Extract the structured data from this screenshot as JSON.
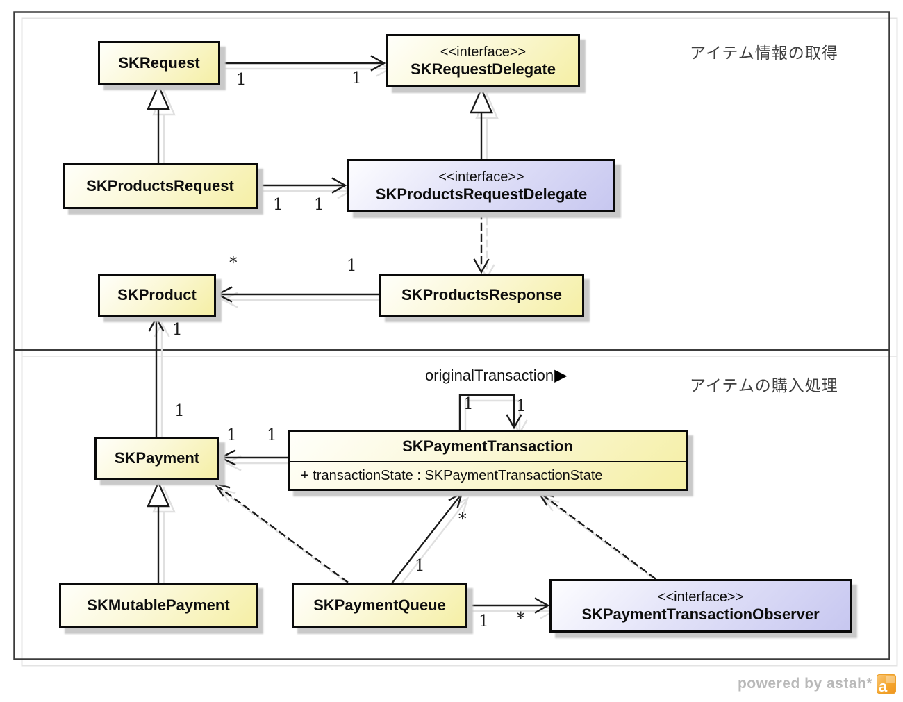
{
  "sections": {
    "top_label": "アイテム情報の取得",
    "bottom_label": "アイテムの購入処理"
  },
  "classes": {
    "skRequest": {
      "name": "SKRequest"
    },
    "skRequestDelegate": {
      "stereotype": "<<interface>>",
      "name": "SKRequestDelegate"
    },
    "skProductsRequest": {
      "name": "SKProductsRequest"
    },
    "skProductsRequestDelegate": {
      "stereotype": "<<interface>>",
      "name": "SKProductsRequestDelegate"
    },
    "skProduct": {
      "name": "SKProduct"
    },
    "skProductsResponse": {
      "name": "SKProductsResponse"
    },
    "skPayment": {
      "name": "SKPayment"
    },
    "skPaymentTransaction": {
      "name": "SKPaymentTransaction",
      "attribute": "+ transactionState : SKPaymentTransactionState"
    },
    "skMutablePayment": {
      "name": "SKMutablePayment"
    },
    "skPaymentQueue": {
      "name": "SKPaymentQueue"
    },
    "skPaymentTransactionObserver": {
      "stereotype": "<<interface>>",
      "name": "SKPaymentTransactionObserver"
    }
  },
  "associations": {
    "originalTransaction": {
      "label": "originalTransaction",
      "direction_icon": "▶"
    }
  },
  "mult": {
    "req_del_src": "1",
    "req_del_tgt": "1",
    "preq_pdel_src": "1",
    "preq_pdel_tgt": "1",
    "resp_prod_tgt": "*",
    "resp_prod_src": "1",
    "pay_prod_tgt": "1",
    "pay_prod_src": "1",
    "trans_pay_tgt": "1",
    "trans_pay_src": "1",
    "self_src": "1",
    "self_tgt": "1",
    "queue_trans_tgt": "*",
    "queue_trans_src": "1",
    "queue_obs_src": "1",
    "queue_obs_tgt": "*"
  },
  "footer": {
    "powered_by": "powered by astah*",
    "logo_letter": "a"
  },
  "colors": {
    "class_fill_yellow": "#f5efa5",
    "class_fill_interface": "#c7c7f0",
    "border": "#0a0a0a",
    "line": "#1a1a1a",
    "shadow": "#c9c9c9",
    "watermark": "#b9b9b9",
    "logo_orange": "#f5a72e"
  }
}
